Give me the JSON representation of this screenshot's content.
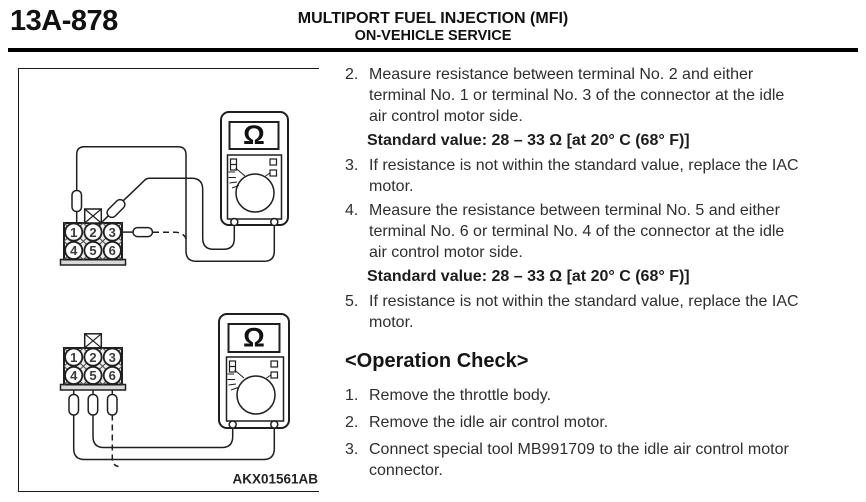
{
  "header": {
    "page_number": "13A-878",
    "title_line1": "MULTIPORT FUEL INJECTION (MFI)",
    "title_line2": "ON-VEHICLE SERVICE"
  },
  "figure": {
    "label": "AKX01561AB",
    "meter_symbol": "Ω",
    "connector_terminals": [
      "1",
      "2",
      "3",
      "4",
      "5",
      "6"
    ]
  },
  "instructions": {
    "resistance_steps": [
      {
        "num": "2.",
        "text": "Measure resistance between terminal No. 2 and either terminal No. 1 or terminal No. 3 of the connector at the idle air control motor side.",
        "standard": "Standard value: 28 – 33 Ω [at 20° C (68° F)]"
      },
      {
        "num": "3.",
        "text": "If resistance is not within the standard value, replace the IAC motor."
      },
      {
        "num": "4.",
        "text": "Measure the resistance between terminal No. 5 and either terminal No. 6 or terminal No. 4 of the connector at the idle air control motor side.",
        "standard": "Standard value: 28 – 33 Ω [at 20° C (68° F)]"
      },
      {
        "num": "5.",
        "text": "If resistance is not within the standard value, replace the IAC motor."
      }
    ],
    "operation_check": {
      "heading": "<Operation Check>",
      "steps": [
        {
          "num": "1.",
          "text": "Remove the throttle body."
        },
        {
          "num": "2.",
          "text": "Remove the idle air control motor."
        },
        {
          "num": "3.",
          "text": "Connect special tool MB991709 to the idle air control motor connector."
        }
      ]
    }
  }
}
